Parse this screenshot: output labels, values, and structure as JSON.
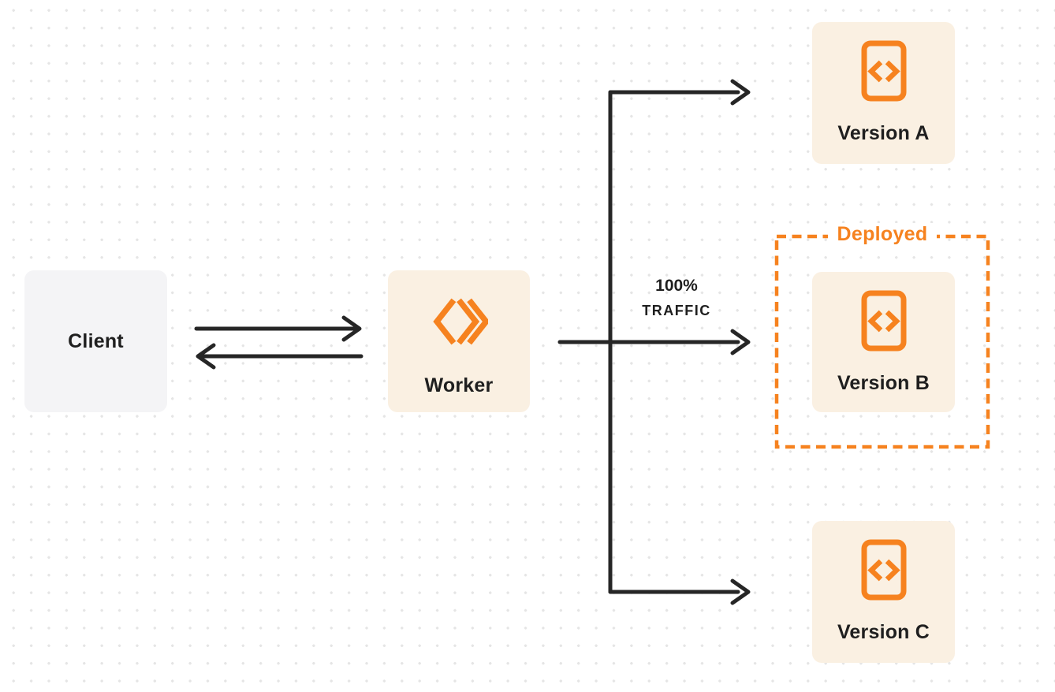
{
  "colors": {
    "accent_orange": "#F6821F",
    "line_dark": "#262626",
    "text_dark": "#1F1F1F",
    "box_cream": "#FAF0E2",
    "box_gray": "#F4F4F6",
    "dot_grid": "#E5E5E5",
    "page_bg": "#FFFFFF"
  },
  "nodes": {
    "client": {
      "label": "Client"
    },
    "worker": {
      "label": "Worker",
      "icon": "workers-double-chevron-icon"
    },
    "version_a": {
      "label": "Version A",
      "icon": "code-document-icon"
    },
    "version_b": {
      "label": "Version B",
      "icon": "code-document-icon"
    },
    "version_c": {
      "label": "Version C",
      "icon": "code-document-icon"
    }
  },
  "annotations": {
    "deployed_label": "Deployed",
    "traffic_line1": "100%",
    "traffic_line2": "TRAFFIC"
  }
}
